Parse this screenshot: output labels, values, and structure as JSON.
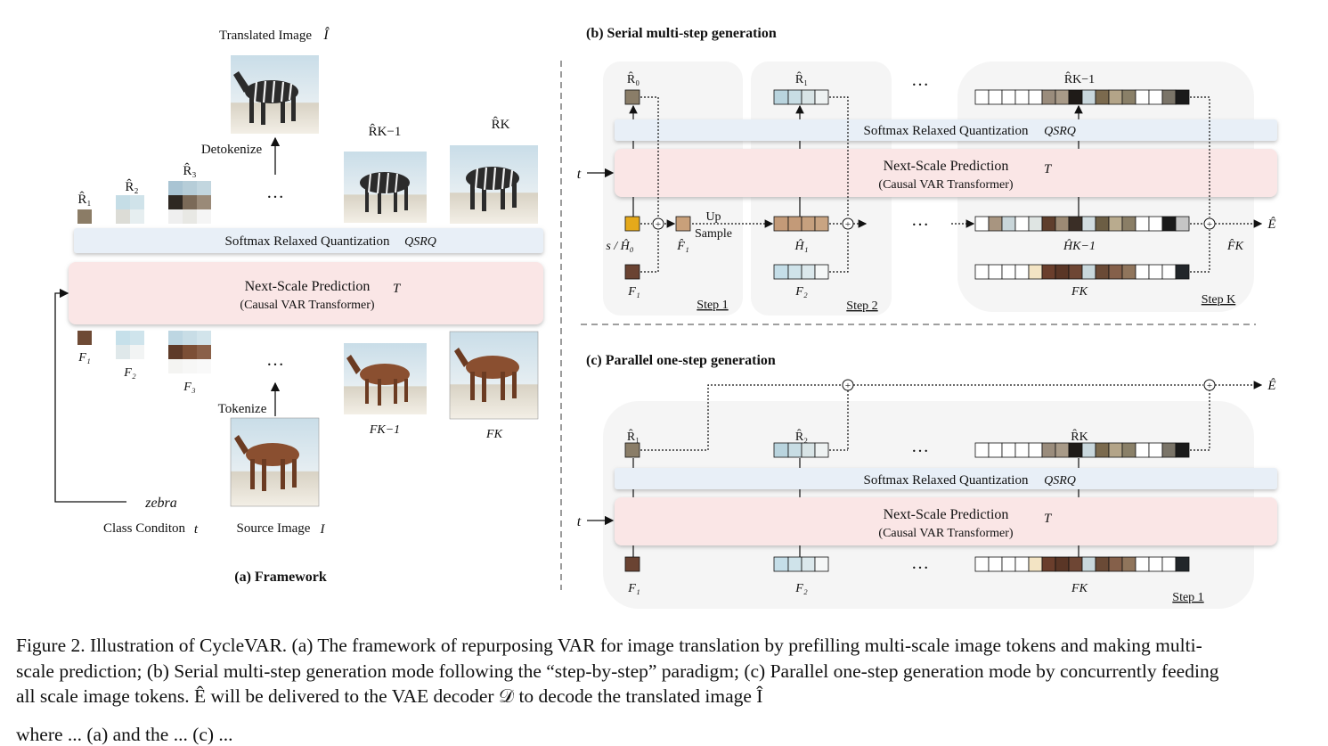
{
  "framework": {
    "translated_image_label": "Translated Image",
    "translated_image_symbol": "Î",
    "detokenize_label": "Detokenize",
    "tokenize_label": "Tokenize",
    "r_labels": [
      "R̂₁",
      "R̂₂",
      "R̂₃",
      "R̂K−1",
      "R̂K"
    ],
    "f_labels": [
      "F₁",
      "F₂",
      "F₃",
      "FK−1",
      "FK"
    ],
    "ellipsis": "…",
    "srq_label": "Softmax Relaxed Quantization",
    "srq_symbol": "QSRQ",
    "nsp_label": "Next-Scale Prediction",
    "nsp_symbol": "T",
    "nsp_sub": "(Causal VAR Transformer)",
    "class_word": "zebra",
    "class_label": "Class Conditon",
    "class_symbol": "t",
    "source_label": "Source Image",
    "source_symbol": "I",
    "caption": "(a) Framework"
  },
  "serial": {
    "title": "(b) Serial multi-step generation",
    "t_symbol": "t",
    "srq_label": "Softmax Relaxed Quantization",
    "srq_symbol": "QSRQ",
    "nsp_label": "Next-Scale Prediction",
    "nsp_symbol": "T",
    "nsp_sub": "(Causal VAR Transformer)",
    "r_labels": [
      "R̂₀",
      "R̂₁",
      "R̂K−1"
    ],
    "h_labels": [
      "s / Ĥ₀",
      "Ĥ₁",
      "ĤK−1"
    ],
    "f_hat_labels": [
      "F̂₁",
      "F̂K"
    ],
    "f_labels": [
      "F₁",
      "F₂",
      "FK"
    ],
    "up_label": "Up",
    "sample_label": "Sample",
    "e_hat": "Ê",
    "steps": [
      "Step 1",
      "Step 2",
      "Step K"
    ],
    "ellipsis": "…"
  },
  "parallel": {
    "title": "(c) Parallel one-step generation",
    "t_symbol": "t",
    "srq_label": "Softmax Relaxed Quantization",
    "srq_symbol": "QSRQ",
    "nsp_label": "Next-Scale Prediction",
    "nsp_symbol": "T",
    "nsp_sub": "(Causal VAR Transformer)",
    "r_labels": [
      "R̂₁",
      "R̂₂",
      "R̂K"
    ],
    "f_labels": [
      "F₁",
      "F₂",
      "FK"
    ],
    "e_hat": "Ê",
    "steps": [
      "Step 1"
    ],
    "ellipsis": "…"
  },
  "caption": {
    "line1": "Figure 2. Illustration of CycleVAR. (a) The framework of repurposing VAR for image translation by prefilling multi-scale image tokens and making multi-",
    "line2": "scale prediction; (b) Serial multi-step generation mode following the “step-by-step” paradigm; (c) Parallel one-step generation mode by concurrently feeding",
    "line3": "all scale image tokens. Ê will be delivered to the VAE decoder 𝒟 to decode the translated image Î"
  },
  "next_line": "where ... (a) and the ... (c) ... "
}
